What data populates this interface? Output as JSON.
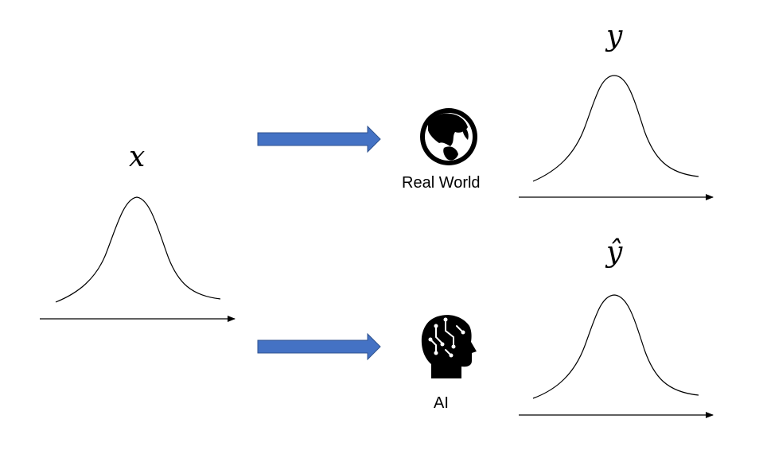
{
  "labels": {
    "input": "x",
    "real_output": "y",
    "ai_output": "ŷ"
  },
  "nodes": {
    "real_world": {
      "caption": "Real World",
      "icon": "globe-icon"
    },
    "ai": {
      "caption": "AI",
      "icon": "ai-head-icon"
    }
  },
  "colors": {
    "arrow": "#4472C4",
    "arrow_border": "#2F528F",
    "ink": "#000000"
  }
}
